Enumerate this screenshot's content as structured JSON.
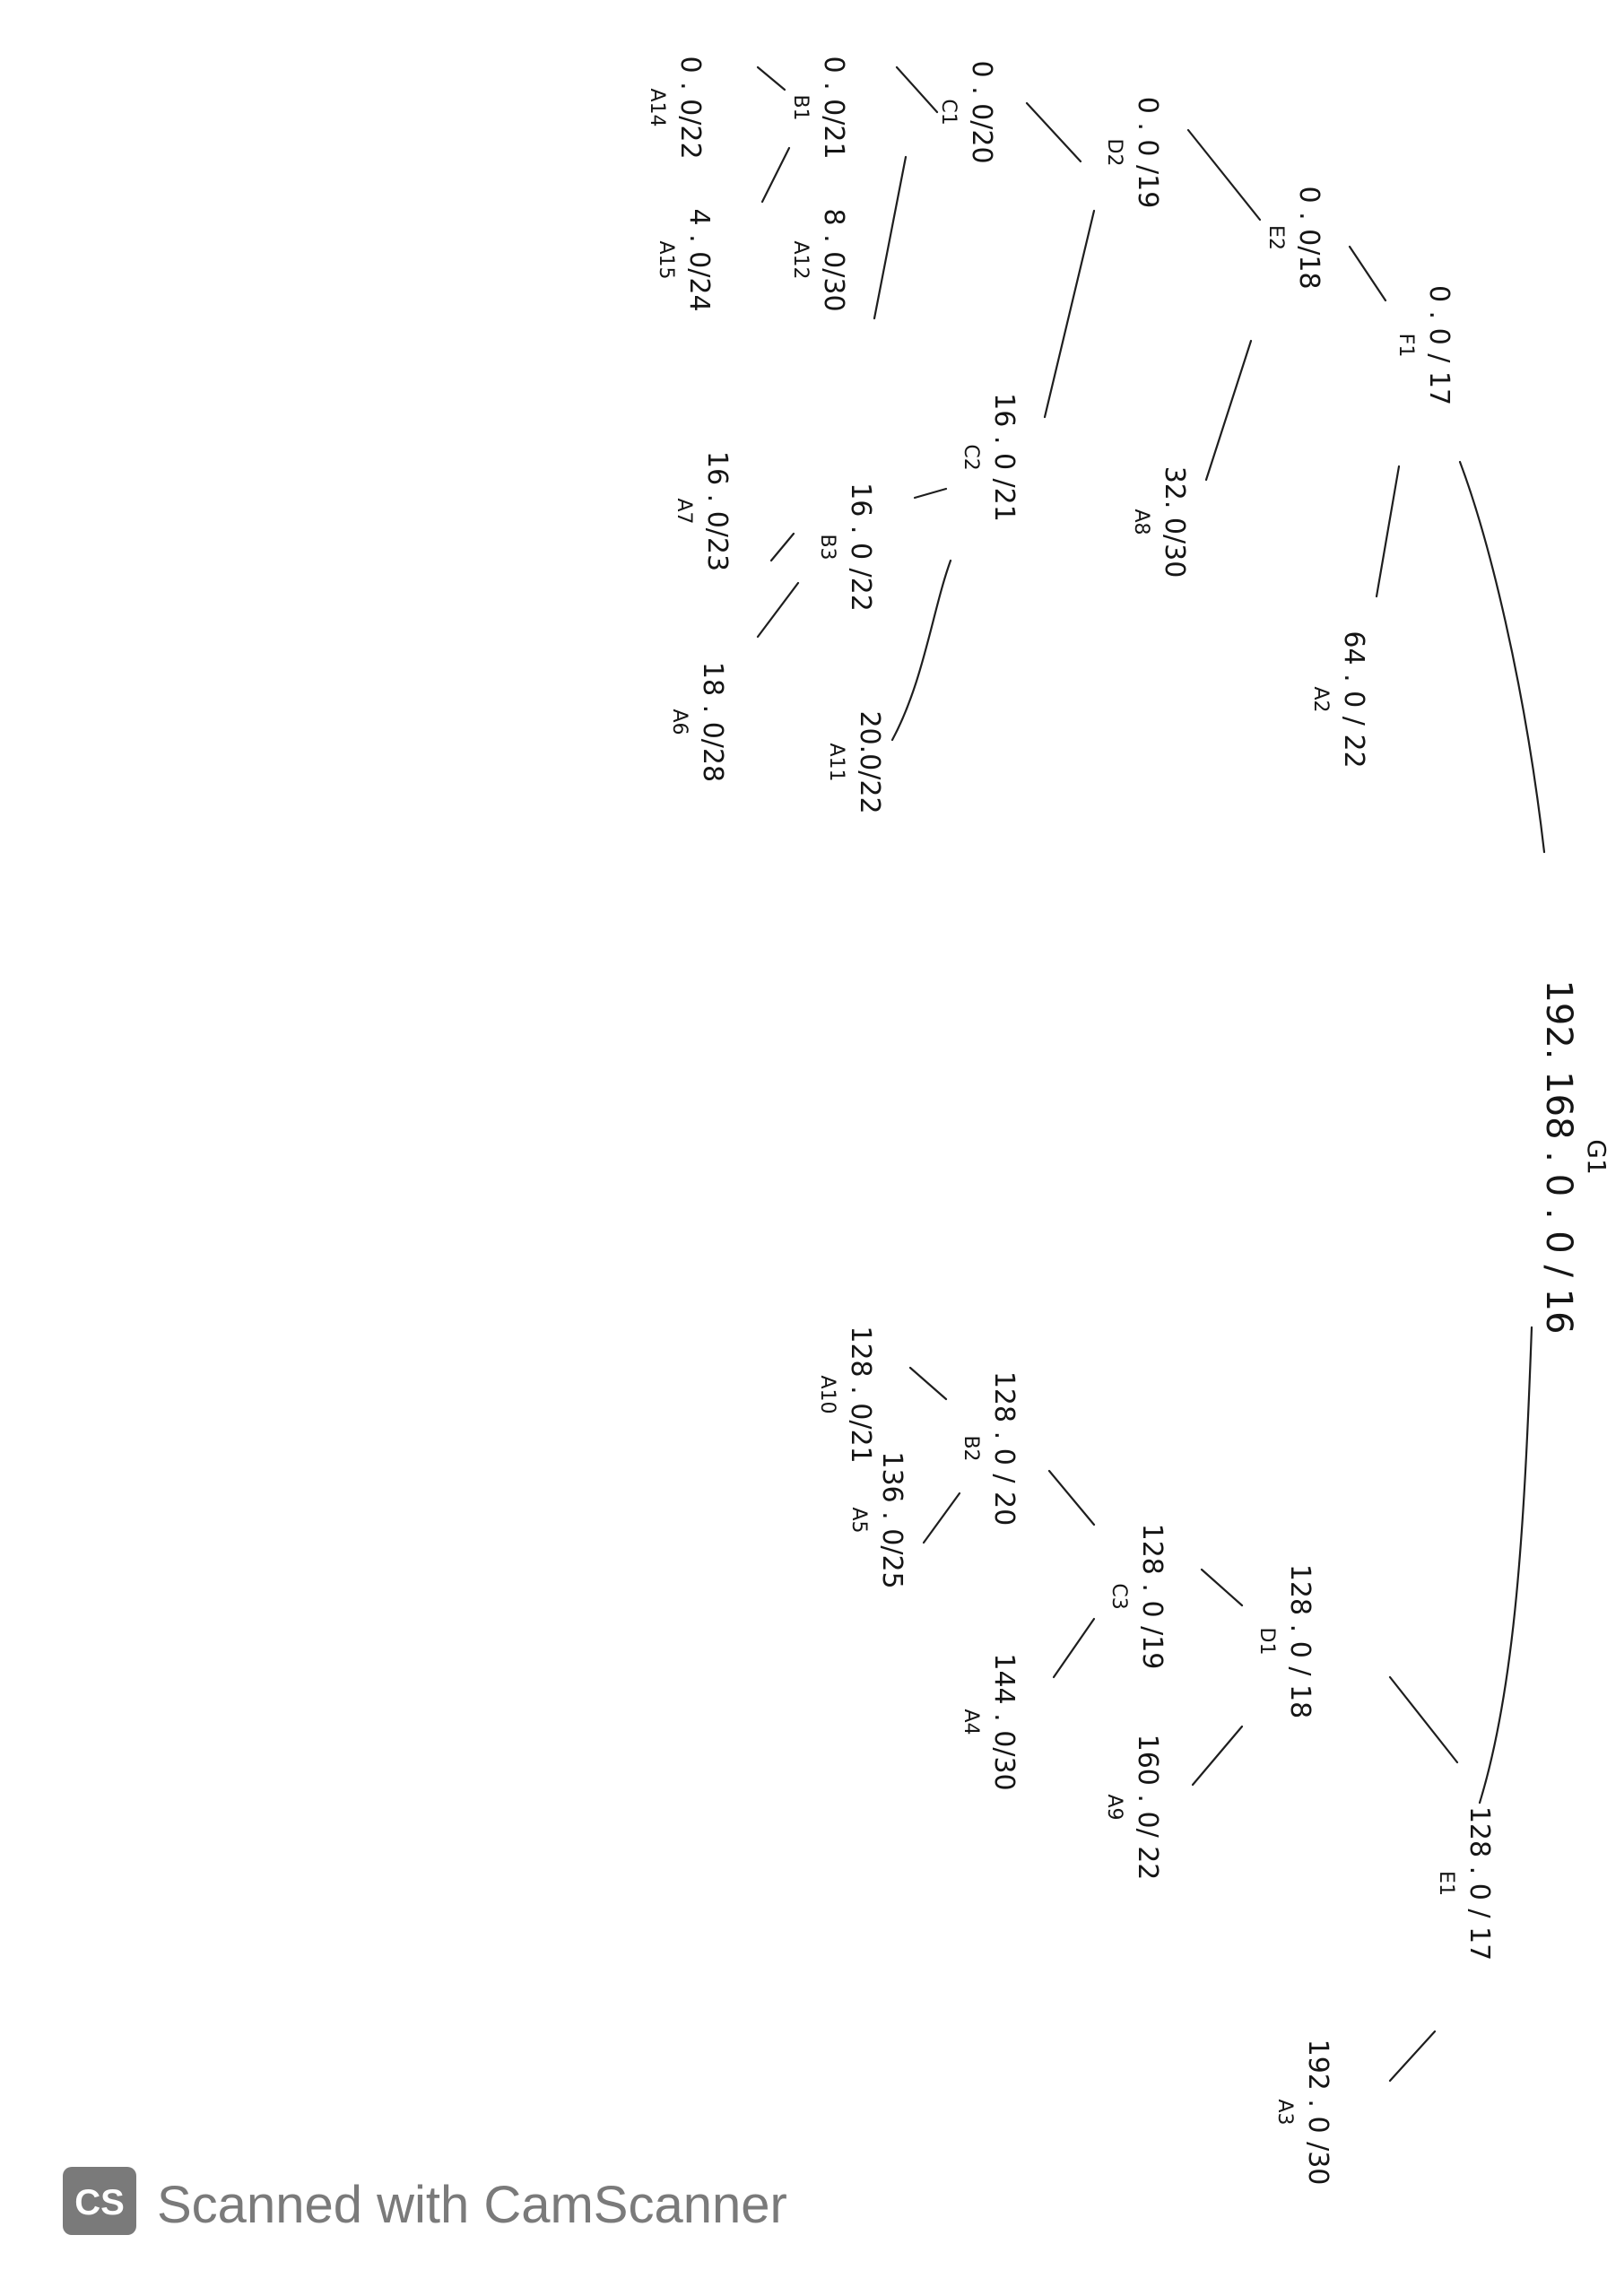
{
  "tree": {
    "root": {
      "net": "192. 168 . 0 . 0 / 16",
      "tag": "G1"
    },
    "nodes": [
      {
        "id": "n17a",
        "net": "0 . 0 / 17",
        "tag": "F1"
      },
      {
        "id": "n128_17",
        "net": "128 . 0 / 17",
        "tag": "E1"
      },
      {
        "id": "n64_22",
        "net": "64 . 0 / 22",
        "tag": "A2"
      },
      {
        "id": "n0_18",
        "net": "0 . 0/18",
        "tag": "E2"
      },
      {
        "id": "n32_30",
        "net": "32. 0/30",
        "tag": "A8"
      },
      {
        "id": "n0_19",
        "net": "0 . 0 /19",
        "tag": "D2"
      },
      {
        "id": "n16_21",
        "net": "16 . 0 /21",
        "tag": "C2"
      },
      {
        "id": "n0_20",
        "net": "0 . 0/20",
        "tag": "C1"
      },
      {
        "id": "n16_22",
        "net": "16 . 0 /22",
        "tag": "B3"
      },
      {
        "id": "n20_22",
        "net": "20.0/22",
        "tag": "A11"
      },
      {
        "id": "n0_21",
        "net": "0 . 0/21",
        "tag": "B1"
      },
      {
        "id": "n8_30",
        "net": "8 . 0/30",
        "tag": "A12"
      },
      {
        "id": "n16_23",
        "net": "16 . 0/23",
        "tag": "A7"
      },
      {
        "id": "n18_28",
        "net": "18 . 0/28",
        "tag": "A6"
      },
      {
        "id": "n0_22",
        "net": "0 . 0/22",
        "tag": "A14"
      },
      {
        "id": "n4_24",
        "net": "4 . 0/24",
        "tag": "A15"
      },
      {
        "id": "n128_18",
        "net": "128 . 0 / 18",
        "tag": "D1"
      },
      {
        "id": "n192_30",
        "net": "192 . 0 /30",
        "tag": "A3"
      },
      {
        "id": "n128_19",
        "net": "128 . 0 /19",
        "tag": "C3"
      },
      {
        "id": "n160_22",
        "net": "160 . 0/ 22",
        "tag": "A9"
      },
      {
        "id": "n128_20",
        "net": "128 . 0 / 20",
        "tag": "B2"
      },
      {
        "id": "n144_30",
        "net": "144 . 0/30",
        "tag": "A4"
      },
      {
        "id": "n128_21",
        "net": "128 . 0/21",
        "tag": "A10"
      },
      {
        "id": "n136_25",
        "net": "136 . 0/25",
        "tag": "A5"
      }
    ]
  },
  "watermark": {
    "badge": "CS",
    "text": "Scanned with CamScanner"
  }
}
